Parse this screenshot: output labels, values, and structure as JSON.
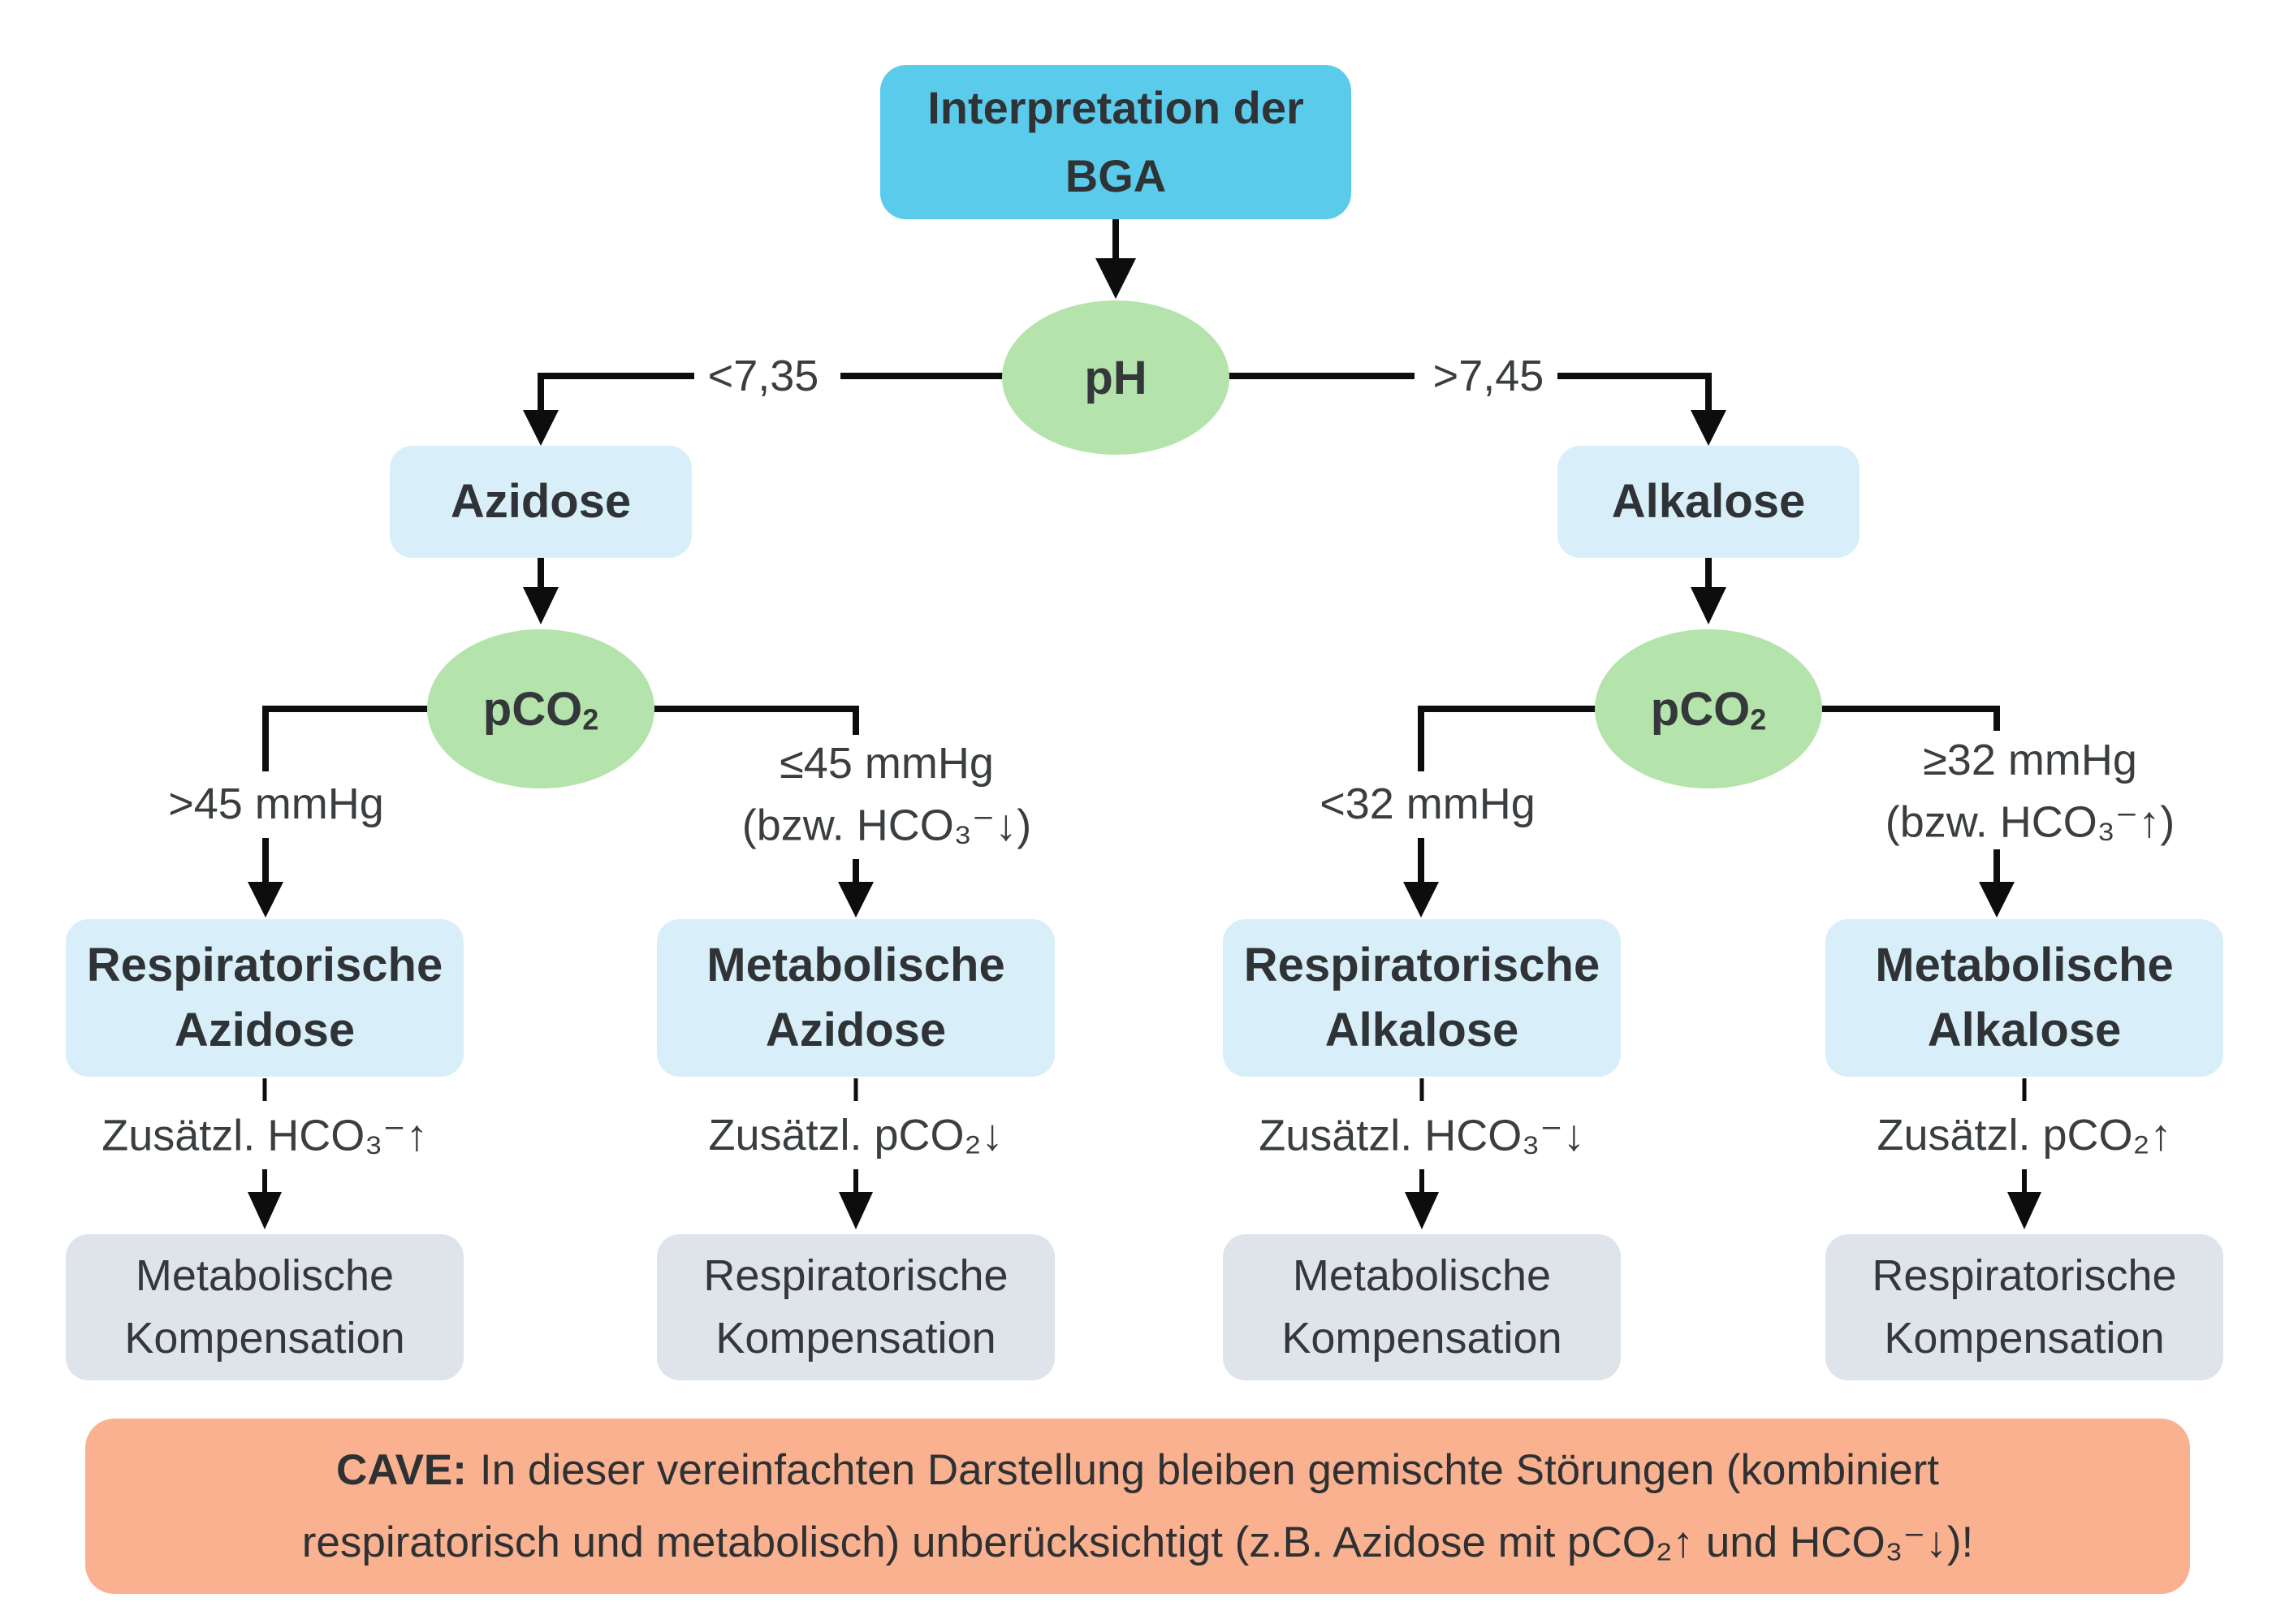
{
  "title": "Interpretation der BGA",
  "root": {
    "line1": "Interpretation der",
    "line2": "BGA"
  },
  "ph": {
    "label": "pH",
    "left_condition": "<7,35",
    "right_condition": ">7,45"
  },
  "level2": {
    "left": "Azidose",
    "right": "Alkalose"
  },
  "pco2": {
    "label_main": "pCO",
    "label_sub": "2"
  },
  "conditions": {
    "resp_azidose": ">45 mmHg",
    "met_azidose_line1": "≤45 mmHg",
    "met_azidose_line2": "(bzw. HCO₃⁻↓)",
    "resp_alkalose": "<32 mmHg",
    "met_alkalose_line1": "≥32 mmHg",
    "met_alkalose_line2": "(bzw. HCO₃⁻↑)"
  },
  "outcomes": [
    {
      "line1": "Respiratorische",
      "line2": "Azidose"
    },
    {
      "line1": "Metabolische",
      "line2": "Azidose"
    },
    {
      "line1": "Respiratorische",
      "line2": "Alkalose"
    },
    {
      "line1": "Metabolische",
      "line2": "Alkalose"
    }
  ],
  "compensation_notes": [
    "Zusätzl. HCO₃⁻↑",
    "Zusätzl. pCO₂↓",
    "Zusätzl. HCO₃⁻↓",
    "Zusätzl. pCO₂↑"
  ],
  "compensations": [
    {
      "line1": "Metabolische",
      "line2": "Kompensation"
    },
    {
      "line1": "Respiratorische",
      "line2": "Kompensation"
    },
    {
      "line1": "Metabolische",
      "line2": "Kompensation"
    },
    {
      "line1": "Respiratorische",
      "line2": "Kompensation"
    }
  ],
  "cave": {
    "label": "CAVE:",
    "line1_rest": "In dieser vereinfachten Darstellung bleiben gemischte Störungen (kombiniert",
    "line2": "respiratorisch und metabolisch) unberücksichtigt (z.B. Azidose mit pCO₂↑ und HCO₃⁻↓)!"
  },
  "colors": {
    "cyan": "#5BCBEC",
    "light_blue": "#D8EFFA",
    "green": "#B4E3AB",
    "gray": "#DFE3EA",
    "salmon": "#F9B190",
    "line": "#0d0d0d"
  }
}
